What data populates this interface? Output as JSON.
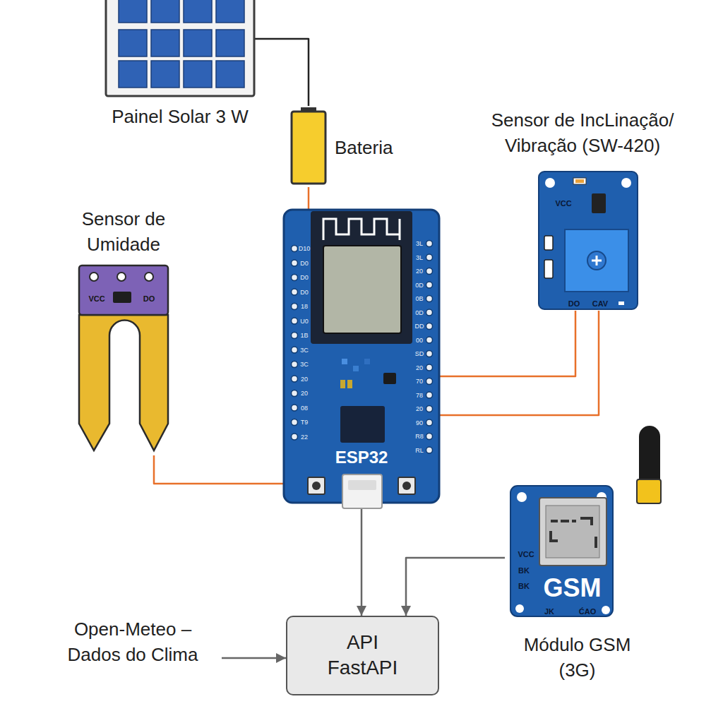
{
  "diagram": {
    "nodes": [
      {
        "text": [
          "Painel Solar 3 W"
        ]
      },
      {
        "text": [
          "Bateria"
        ]
      },
      {
        "text": [
          "Sensor de IncLinação/ Vibração (SW-420)"
        ]
      },
      {
        "text": [
          "Sensor de Umidade"
        ]
      },
      {
        "text": [
          "ESP32"
        ]
      },
      {
        "text": [
          "GSM",
          "Módulo GSM (3G)"
        ]
      },
      {
        "text": [
          "Open-Meteo – Dados do Clima"
        ]
      },
      {
        "text": [
          "API FastAPI"
        ]
      }
    ],
    "edges": [
      {
        "from": 0,
        "to": 1,
        "arrow": "none"
      },
      {
        "from": 1,
        "to": 4,
        "arrow": "none"
      },
      {
        "from": 2,
        "to": 4,
        "arrow": "none"
      },
      {
        "from": 2,
        "to": 4,
        "arrow": "none"
      },
      {
        "from": 3,
        "to": 4,
        "arrow": "none"
      },
      {
        "from": 4,
        "to": 7,
        "arrow": "to"
      },
      {
        "from": 5,
        "to": 7,
        "arrow": "to"
      },
      {
        "from": 6,
        "to": 7,
        "arrow": "to"
      }
    ],
    "labels": [
      "VCC",
      "DO",
      "CAV",
      "VCC",
      "DO",
      "D10",
      "D0",
      "D0",
      "D0",
      "18",
      "U0",
      "1B",
      "3C",
      "3C",
      "20",
      "20",
      "08",
      "T9",
      "22",
      "3L",
      "3L",
      "20",
      "0D",
      "0B",
      "0D",
      "DD",
      "00",
      "SD",
      "20",
      "70",
      "78",
      "20",
      "90",
      "R8",
      "RL",
      "VCC",
      "BK",
      "BK",
      "JK",
      "ĆAO"
    ]
  }
}
